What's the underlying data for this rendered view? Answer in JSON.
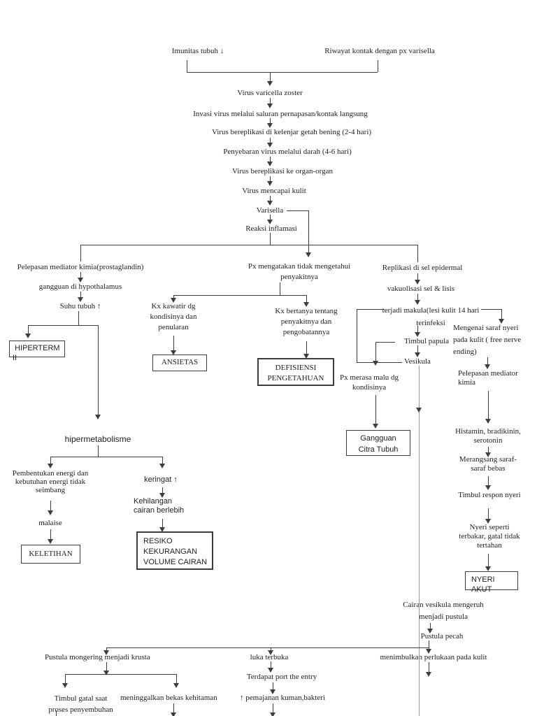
{
  "colors": {
    "background": "#ffffff",
    "line": "#3d3d3d",
    "gray_line": "#9a9a9a",
    "text": "#222222"
  },
  "nodes": {
    "imunitas": "Imunitas tubuh ↓",
    "riwayat": "Riwayat kontak dengan px varisella",
    "virus": "Virus varicella zoster",
    "invasi": "Invasi virus melalui saluran pernapasan/kontak langsung",
    "replikasi_kgb": "Virus bereplikasi di kelenjar getah bening (2-4 hari)",
    "penyebaran": "Penyebaran virus melalui darah (4-6 hari)",
    "replikasi_organ": "Virus bereplikasi ke organ-organ",
    "mencapai_kulit": "Virus mencapai kulit",
    "varisella": "Varisella",
    "reaksi_inflamasi": "Reaksi inflamasi",
    "pelepasan_prostaglandin": "Pelepasan mediator kimia(prostaglandin)",
    "gangguan_hypothalamus": "gangguan di hypothalamus",
    "suhu_tubuh": "Suhu tubuh ↑",
    "hipertermi_line1": "HIPERTERM",
    "hipertermi_line2": "II",
    "px_tidak_mengetahui": "Px mengatakan tidak mengetahui\npenyakitnya",
    "kx_kawatir": "Kx kawatir dg\nkondisinya dan\npenularan",
    "ansietas": "ANSIETAS",
    "kx_bertanya": "Kx bertanya tentang\npenyakitnya dan\npengobatannya",
    "defisiensi": "DEFISIENSI\nPENGETAHUAN",
    "replikasi_epidermal": "Replikasi di sel epidermal",
    "vakuolisasi": "vakuolisasi sel & lisis",
    "makula": "terjadi makula(lesi kulit 14 hari\nterinfeksi",
    "papula": "Timbul papula",
    "vesikula": "Vesikula",
    "px_malu": "Px merasa malu dg\nkondisinya",
    "gangguan_citra": "Gangguan\nCitra Tubuh",
    "mengenai_saraf": "Mengenai saraf nyeri\npada kulit ( free nerve\nending)",
    "pelepasan_kimia": "Pelepasan mediator\nkimia",
    "histamin": "Histamin, bradikinin,\nserotonin",
    "merangsang": "Merangsang saraf-\nsaraf bebas",
    "respon_nyeri": "Timbul respon nyeri",
    "nyeri_terbakar": "Nyeri seperti\nterbakar, gatal tidak\ntertahan",
    "nyeri_akut": "NYERI\nAKUT",
    "hipermetabolisme": "hipermetabolisme",
    "pembentukan_energi": "Pembentukan energi dan\nkebutuhan energi tidak\nseimbang",
    "malaise": "malaise",
    "keletihan": "KELETIHAN",
    "keringat": "keringat ↑",
    "kehilangan_cairan": "Kehilangan\ncairan berlebih",
    "resiko_kekurangan": "RESIKO\nKEKURANGAN\nVOLUME CAIRAN",
    "cairan_vesikula": "Cairan vesikula mengeruh\nmenjadi pustula",
    "pustula_pecah": "Pustula pecah",
    "menimbulkan_perlukaan": "menimbulkan perlukaan pada kulit",
    "pustula_mongering": "Pustula mongering menjadi krusta",
    "luka_terbuka": "luka terbuka",
    "port_entry": "Terdapat port the entry",
    "pemajanan": "↑ pemajanan kuman,bakteri",
    "timbul_gatal": "Timbul gatal saat\nproses penyembuhan",
    "bekas_kehitaman": "meninggalkan bekas kehitaman"
  }
}
